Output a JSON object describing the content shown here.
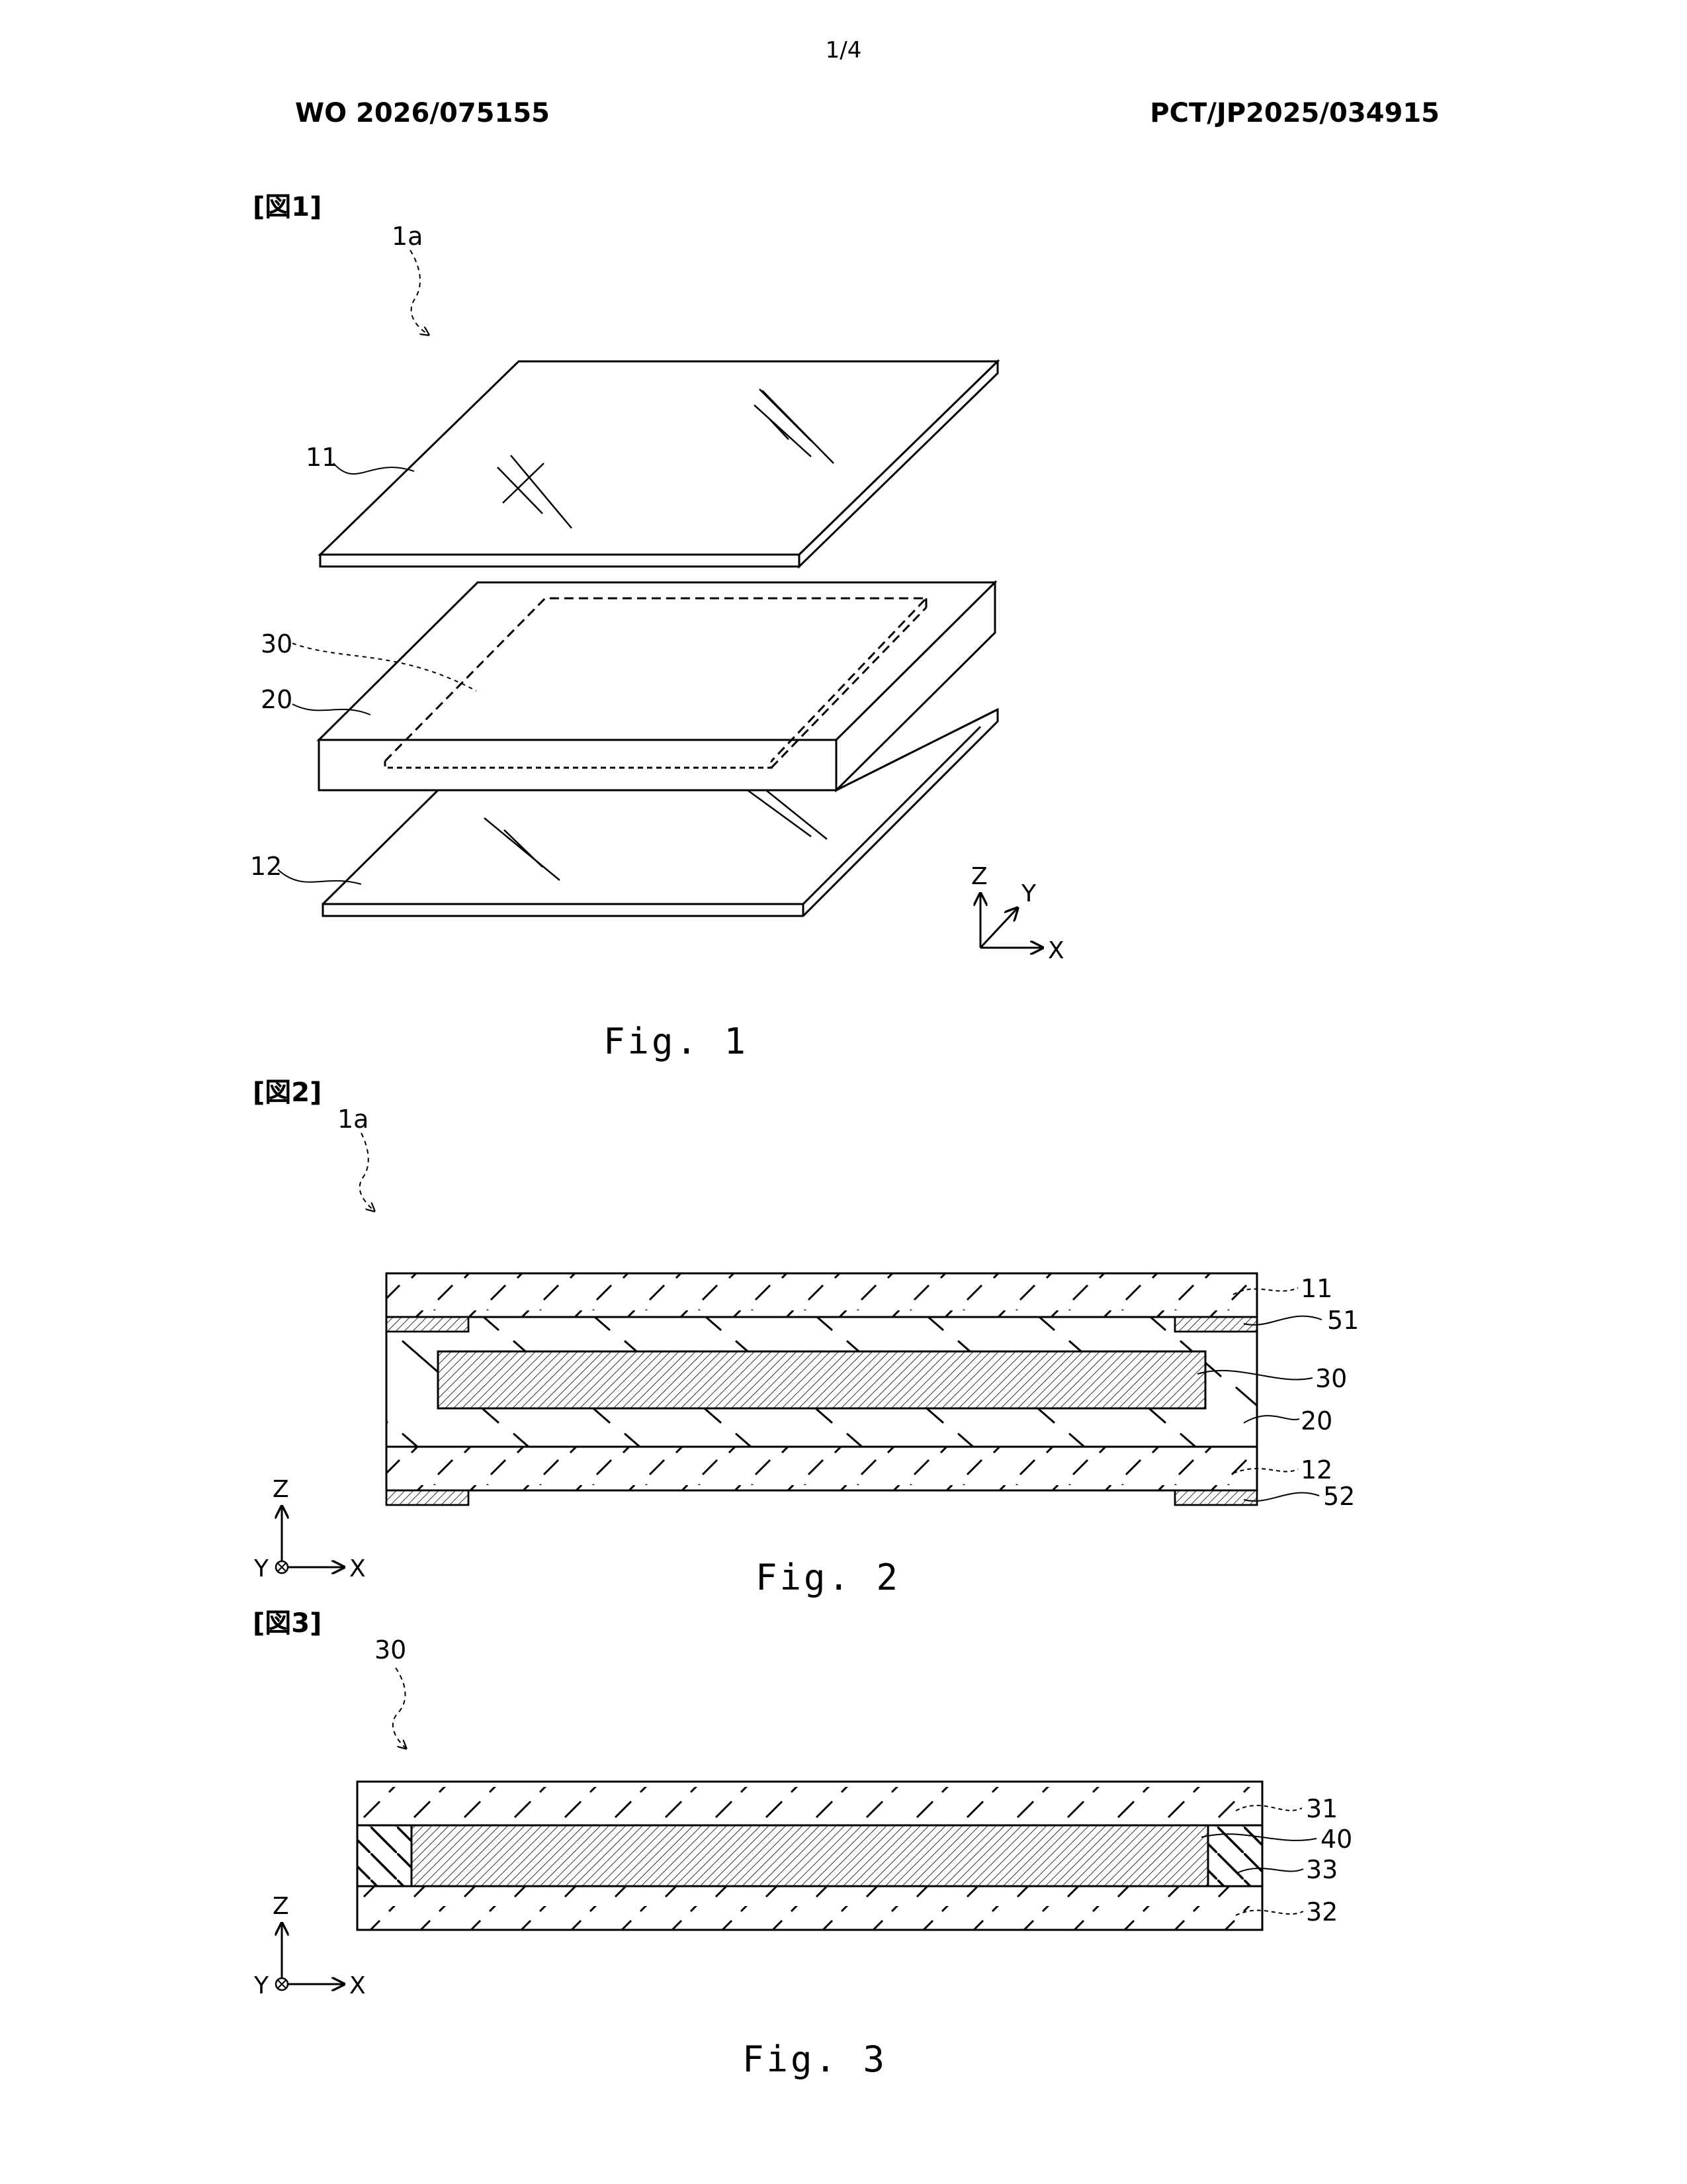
{
  "header": {
    "page_number": "1/4",
    "publication_number": "WO 2026/075155",
    "application_number": "PCT/JP2025/034915"
  },
  "figures": [
    {
      "label": "[図1]",
      "caption": "Fig. 1",
      "refs": {
        "assembly": "1a",
        "top_plate": "11",
        "interlayer": "20",
        "inner_element": "30",
        "bottom_plate": "12"
      },
      "axes": {
        "z": "Z",
        "y": "Y",
        "x": "X"
      }
    },
    {
      "label": "[図2]",
      "caption": "Fig. 2",
      "refs": {
        "assembly": "1a",
        "top_plate": "11",
        "top_electrode": "51",
        "inner_element": "30",
        "interlayer": "20",
        "bottom_plate": "12",
        "bottom_electrode": "52"
      },
      "axes": {
        "z": "Z",
        "y": "Y",
        "x": "X"
      }
    },
    {
      "label": "[図3]",
      "caption": "Fig. 3",
      "refs": {
        "element": "30",
        "top_sheet": "31",
        "core": "40",
        "sealant": "33",
        "bottom_sheet": "32"
      },
      "axes": {
        "z": "Z",
        "y": "Y",
        "x": "X"
      }
    }
  ]
}
